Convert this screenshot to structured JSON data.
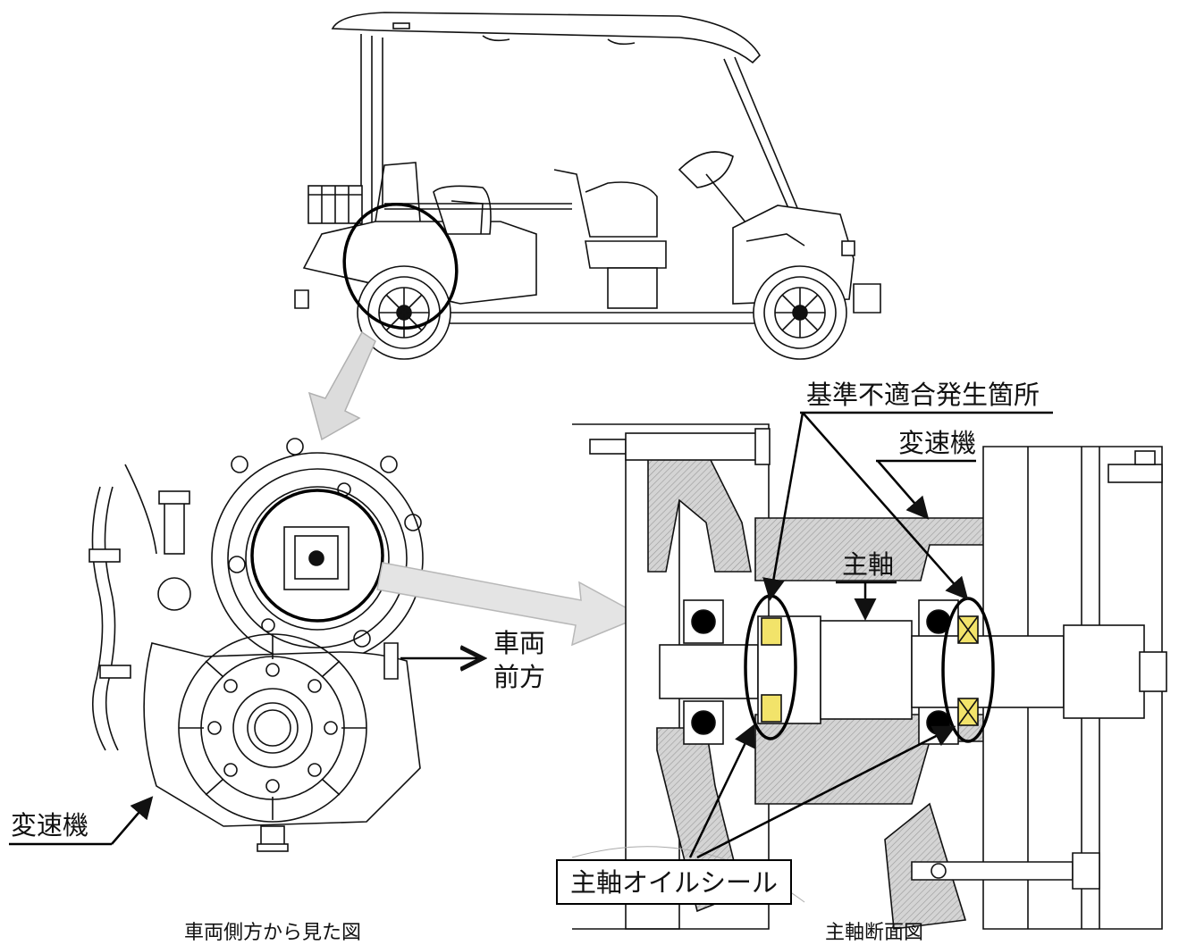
{
  "labels": {
    "nonconformity_location": "基準不適合発生箇所",
    "transmission_right": "変速機",
    "main_shaft": "主軸",
    "vehicle_front_line1": "車両",
    "vehicle_front_line2": "前方",
    "transmission_left": "変速機",
    "main_shaft_oil_seal": "主軸オイルシール"
  },
  "captions": {
    "side_view": "車両側方から見た図",
    "shaft_section": "主軸断面図"
  },
  "colors": {
    "line": "#111111",
    "hatch_fill": "#bdbdbd",
    "seal_highlight": "#f2e36a",
    "callout_arrow": "#d9d9d9"
  }
}
